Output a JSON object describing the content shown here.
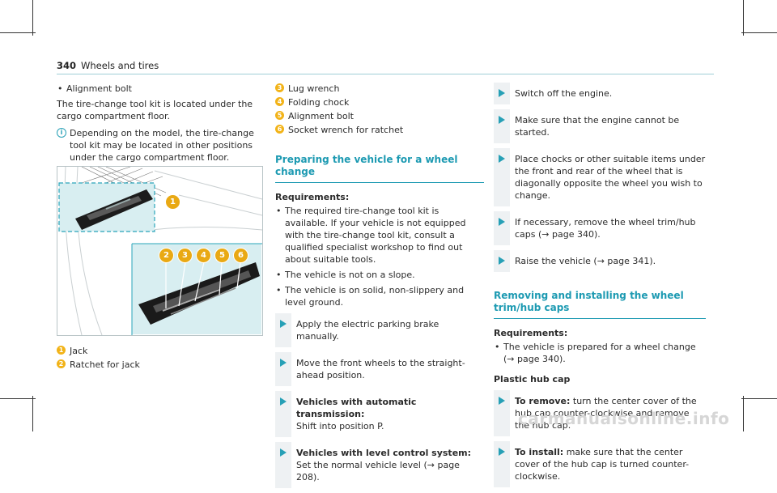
{
  "header": {
    "page_number": "340",
    "title": "Wheels and tires"
  },
  "col1": {
    "bullet": "Alignment bolt",
    "para": "The tire-change tool kit is located under the cargo compartment floor.",
    "note_icon": "i",
    "note": "Depending on the model, the tire-change tool kit may be located in other positions under the cargo compartment floor.",
    "figure": {
      "callouts": [
        "1",
        "2",
        "3",
        "4",
        "5",
        "6"
      ]
    },
    "legend": [
      {
        "n": "1",
        "text": "Jack"
      },
      {
        "n": "2",
        "text": "Ratchet for jack"
      }
    ]
  },
  "col2": {
    "legend": [
      {
        "n": "3",
        "text": "Lug wrench"
      },
      {
        "n": "4",
        "text": "Folding chock"
      },
      {
        "n": "5",
        "text": "Alignment bolt"
      },
      {
        "n": "6",
        "text": "Socket wrench for ratchet"
      }
    ],
    "section_title": "Preparing the vehicle for a wheel change",
    "req_label": "Requirements:",
    "req": [
      "The required tire-change tool kit is available. If your vehicle is not equipped with the tire-change tool kit, consult a qualified specialist workshop to find out about suitable tools.",
      "The vehicle is not on a slope.",
      "The vehicle is on solid, non-slippery and level ground."
    ],
    "steps": [
      {
        "bold": "",
        "text": "Apply the electric parking brake manually."
      },
      {
        "bold": "",
        "text": "Move the front wheels to the straight-ahead position."
      },
      {
        "bold": "Vehicles with automatic transmission:",
        "text": "Shift into position P."
      },
      {
        "bold": "Vehicles with level control system:",
        "text": "Set the normal vehicle level (→ page 208)."
      }
    ]
  },
  "col3": {
    "steps": [
      {
        "bold": "",
        "text": "Switch off the engine."
      },
      {
        "bold": "",
        "text": "Make sure that the engine cannot be started."
      },
      {
        "bold": "",
        "text": "Place chocks or other suitable items under the front and rear of the wheel that is diagonally opposite the wheel you wish to change."
      },
      {
        "bold": "",
        "text": "If necessary, remove the wheel trim/hub caps (→ page 340)."
      },
      {
        "bold": "",
        "text": "Raise the vehicle (→ page 341)."
      }
    ],
    "section_title": "Removing and installing the wheel trim/hub caps",
    "req_label": "Requirements:",
    "req": [
      "The vehicle is prepared for a wheel change (→ page 340)."
    ],
    "sub_title": "Plastic hub cap",
    "steps2": [
      {
        "bold": "To remove:",
        "text": "turn the center cover of the hub cap counter-clockwise and remove the hub cap."
      },
      {
        "bold": "To install:",
        "text": "make sure that the center cover of the hub cap is turned counter-clockwise."
      }
    ]
  },
  "watermark": "carmanualsonline.info",
  "colors": {
    "accent": "#1d9ab2",
    "badge": "#f2b318",
    "figure_bg": "#d8eef1"
  }
}
